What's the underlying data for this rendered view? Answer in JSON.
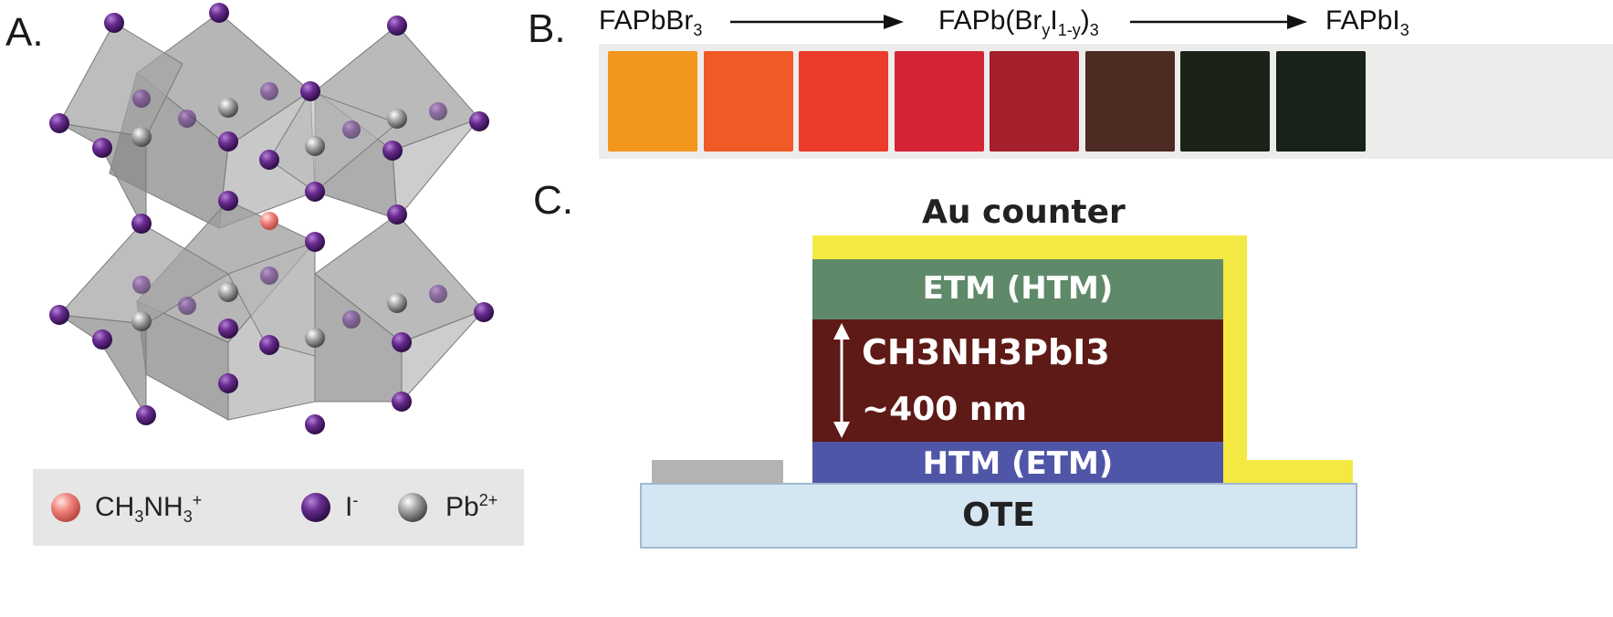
{
  "panel_a": {
    "letter": "A.",
    "legend": {
      "ma": {
        "formula": "CH",
        "sub1": "3",
        "mid": "NH",
        "sub2": "3",
        "sup": "+",
        "color": "#f0807a"
      },
      "iodide": {
        "label": "I",
        "sup": "-",
        "color": "#6a2c91"
      },
      "lead": {
        "label": "Pb",
        "sup": "2+",
        "color": "#8c8c8c"
      }
    }
  },
  "panel_b": {
    "letter": "B.",
    "label_left": {
      "base": "FAPbBr",
      "sub": "3"
    },
    "label_mid": {
      "base": "FAPb(Br",
      "sub_y": "y",
      "mid": "I",
      "sub_1y": "1-y",
      "close": ")",
      "sub3": "3"
    },
    "label_right": {
      "base": "FAPbI",
      "sub": "3"
    },
    "swatch_colors": [
      "#f2961c",
      "#ef5a26",
      "#ec3a2b",
      "#d32335",
      "#a3202c",
      "#4d2a22",
      "#1d2218",
      "#18211a"
    ]
  },
  "panel_c": {
    "letter": "C.",
    "au_label": "Au counter",
    "etm_label": "ETM (HTM)",
    "absorber_formula": "CH3NH3PbI3",
    "absorber_thickness": "~400 nm",
    "htm_label": "HTM (ETM)",
    "ote_label": "OTE",
    "colors": {
      "au": "#f4e842",
      "etm": "#5f8a6a",
      "absorber": "#5e1a16",
      "htm": "#4f56a8",
      "ote": "#d5e6f3",
      "contact": "#b3b3b3"
    }
  }
}
